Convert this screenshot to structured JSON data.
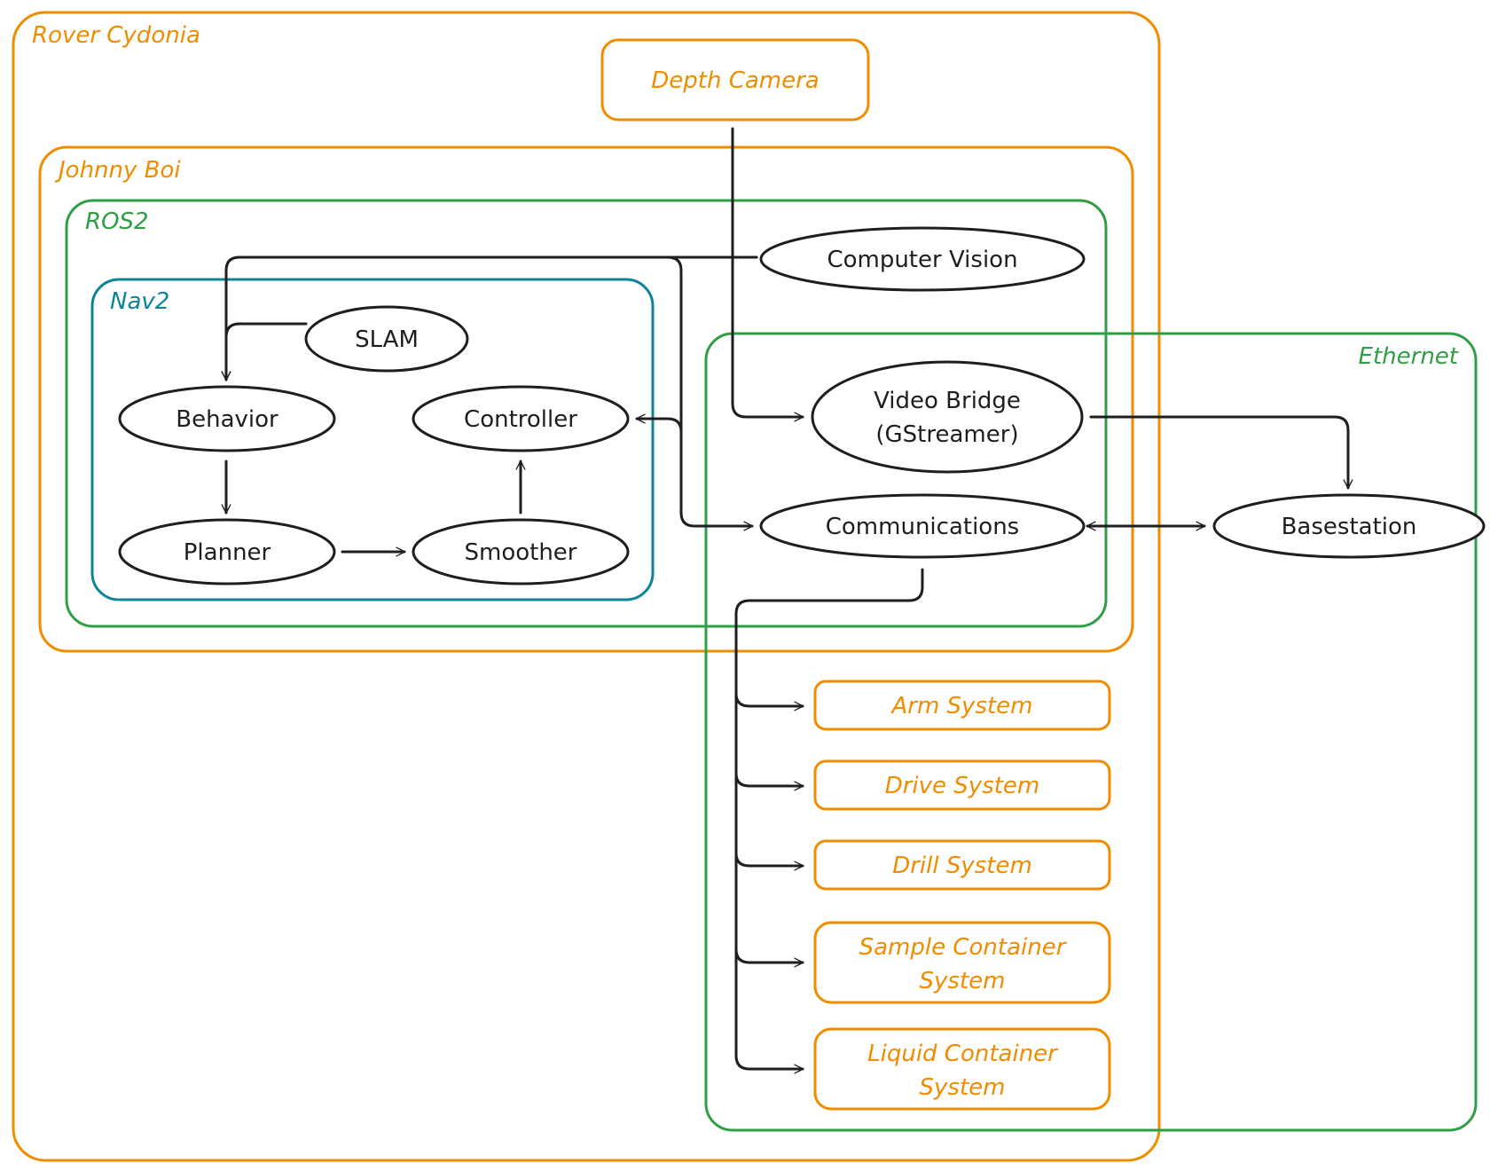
{
  "colors": {
    "orange": "#f08c00",
    "green": "#2f9e44",
    "teal": "#0c8599",
    "ink": "#1e1e1e"
  },
  "groups": {
    "rover": "Rover Cydonia",
    "johnny": "Johnny Boi",
    "ros2": "ROS2",
    "nav2": "Nav2",
    "ethernet": "Ethernet"
  },
  "nodes": {
    "depth_camera": "Depth Camera",
    "computer_vision": "Computer Vision",
    "slam": "SLAM",
    "behavior": "Behavior",
    "controller": "Controller",
    "planner": "Planner",
    "smoother": "Smoother",
    "video_bridge_line1": "Video Bridge",
    "video_bridge_line2": "(GStreamer)",
    "communications": "Communications",
    "basestation": "Basestation",
    "arm_system": "Arm System",
    "drive_system": "Drive System",
    "drill_system": "Drill System",
    "sample_container_line1": "Sample Container",
    "sample_container_line2": "System",
    "liquid_container_line1": "Liquid Container",
    "liquid_container_line2": "System"
  }
}
